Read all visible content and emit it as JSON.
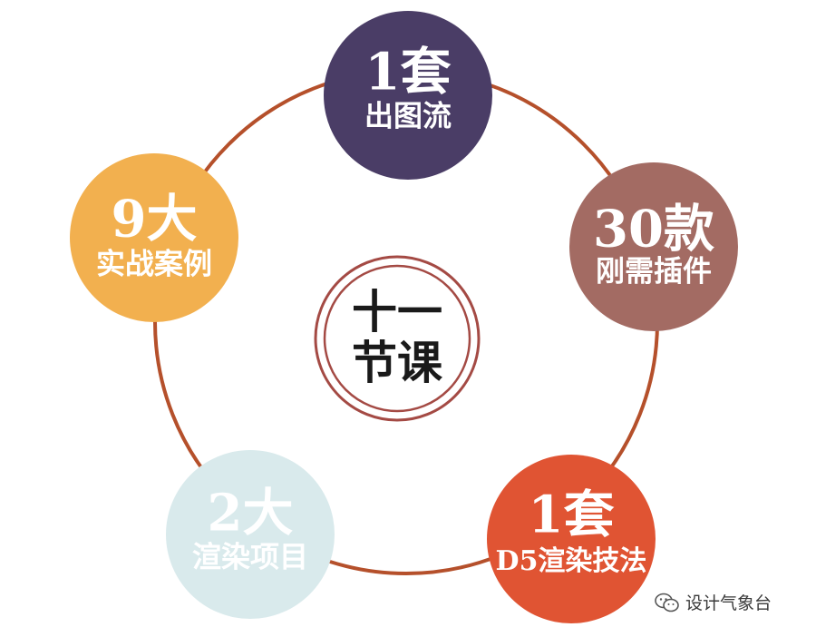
{
  "center": {
    "line1": "十一",
    "line2": "节课"
  },
  "nodes": {
    "top": {
      "big": "1套",
      "small": "出图流",
      "color": "#4a3d66",
      "text_color": "#ffffff"
    },
    "right": {
      "big": "30款",
      "small": "刚需插件",
      "color": "#a36b63",
      "text_color": "#ffffff"
    },
    "bottom_right": {
      "big": "1套",
      "small": "D5渲染技法",
      "color": "#e05433",
      "text_color": "#ffffff"
    },
    "bottom_left": {
      "big": "2大",
      "small": "渲染项目",
      "color": "#d9eaec",
      "text_color": "#ffffff"
    },
    "left": {
      "big": "9大",
      "small": "实战案例",
      "color": "#f2b04f",
      "text_color": "#ffffff"
    }
  },
  "ring_color": "#b5502b",
  "watermark": {
    "text": "设计气象台",
    "icon": "wechat-icon"
  }
}
